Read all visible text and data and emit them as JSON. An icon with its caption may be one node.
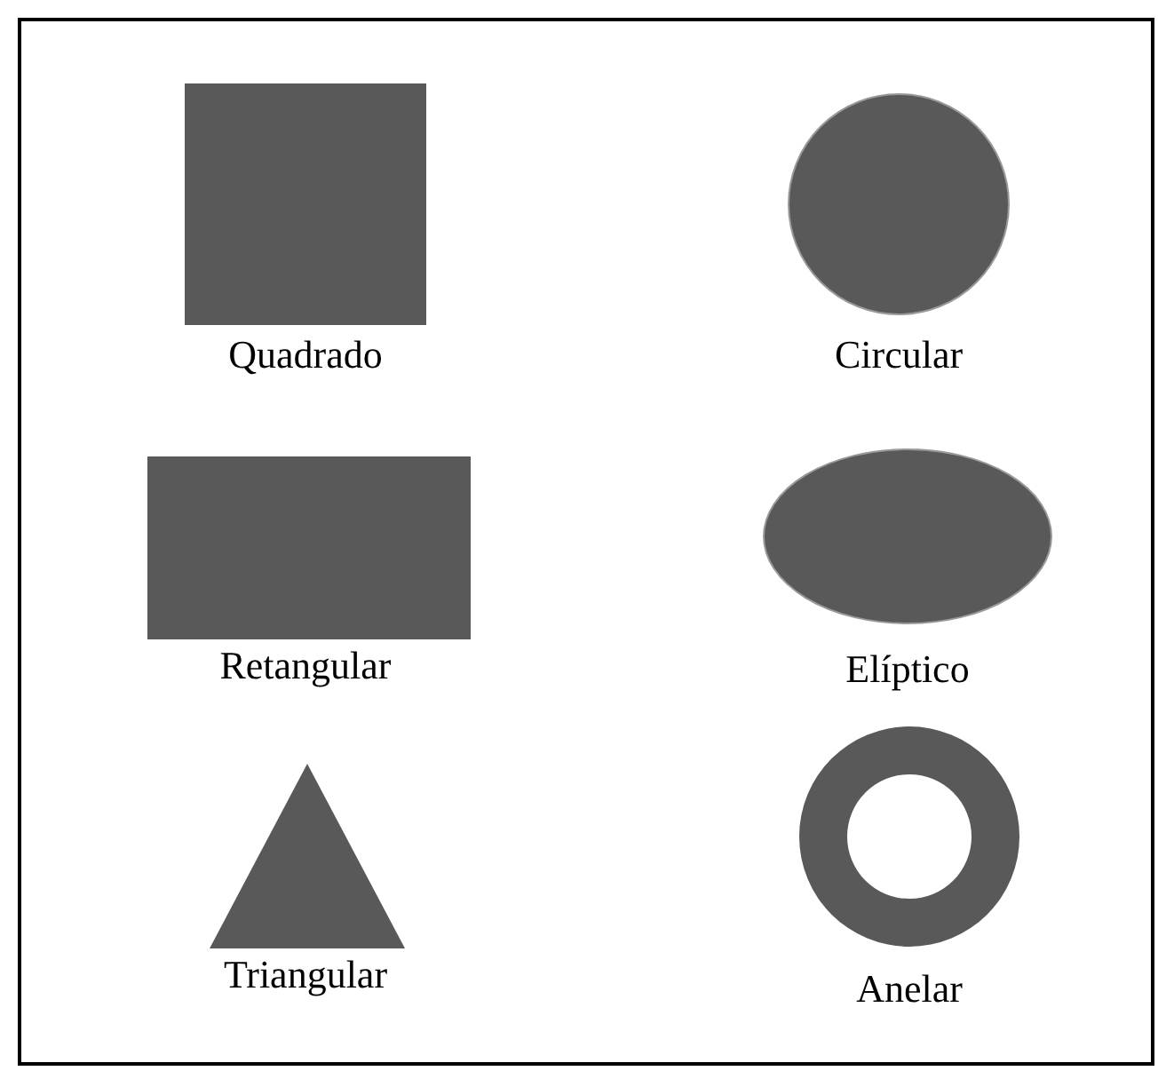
{
  "diagram": {
    "nodes": [
      {
        "text": [
          "Quadrado"
        ]
      },
      {
        "text": [
          "Circular"
        ]
      },
      {
        "text": [
          "Retangular"
        ]
      },
      {
        "text": [
          "Elíptico"
        ]
      },
      {
        "text": [
          "Triangular"
        ]
      },
      {
        "text": [
          "Anelar"
        ]
      }
    ]
  }
}
